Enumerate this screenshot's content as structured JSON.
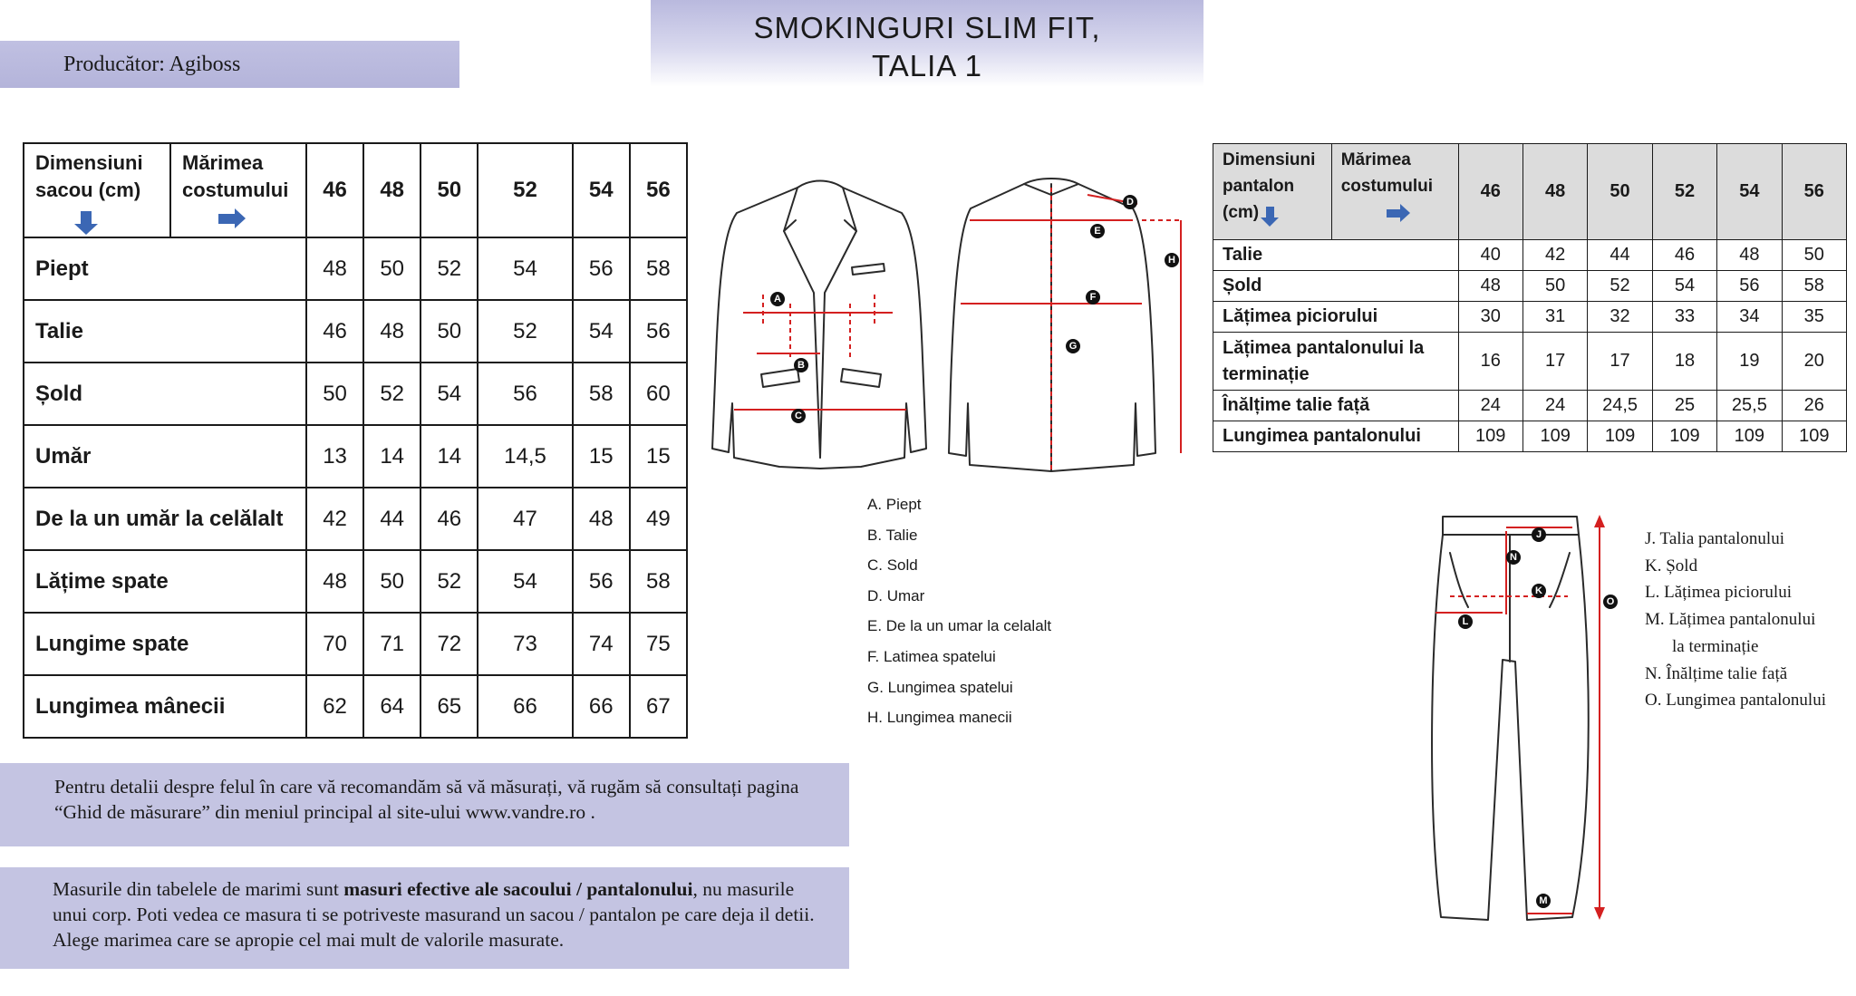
{
  "header": {
    "producer": "Producător: Agiboss",
    "title_line1": "SMOKINGURI SLIM FIT,",
    "title_line2": "TALIA 1"
  },
  "jacket_table": {
    "header_dim": [
      "Dimensiuni",
      "sacou (cm)"
    ],
    "header_size": [
      "Mărimea",
      "costumului"
    ],
    "sizes": [
      "46",
      "48",
      "50",
      "52",
      "54",
      "56"
    ],
    "rows": [
      {
        "label": "Piept",
        "values": [
          "48",
          "50",
          "52",
          "54",
          "56",
          "58"
        ]
      },
      {
        "label": "Talie",
        "values": [
          "46",
          "48",
          "50",
          "52",
          "54",
          "56"
        ]
      },
      {
        "label": "Șold",
        "values": [
          "50",
          "52",
          "54",
          "56",
          "58",
          "60"
        ]
      },
      {
        "label": "Umăr",
        "values": [
          "13",
          "14",
          "14",
          "14,5",
          "15",
          "15"
        ]
      },
      {
        "label": "De la un umăr la celălalt",
        "values": [
          "42",
          "44",
          "46",
          "47",
          "48",
          "49"
        ]
      },
      {
        "label": "Lățime spate",
        "values": [
          "48",
          "50",
          "52",
          "54",
          "56",
          "58"
        ]
      },
      {
        "label": "Lungime spate",
        "values": [
          "70",
          "71",
          "72",
          "73",
          "74",
          "75"
        ]
      },
      {
        "label": "Lungimea mânecii",
        "values": [
          "62",
          "64",
          "65",
          "66",
          "66",
          "67"
        ]
      }
    ]
  },
  "pants_table": {
    "header_dim": [
      "Dimensiuni",
      "pantalon",
      "(cm)"
    ],
    "header_size": [
      "Mărimea",
      "costumului"
    ],
    "sizes": [
      "46",
      "48",
      "50",
      "52",
      "54",
      "56"
    ],
    "rows": [
      {
        "label": "Talie",
        "values": [
          "40",
          "42",
          "44",
          "46",
          "48",
          "50"
        ]
      },
      {
        "label": "Șold",
        "values": [
          "48",
          "50",
          "52",
          "54",
          "56",
          "58"
        ]
      },
      {
        "label": "Lățimea piciorului",
        "values": [
          "30",
          "31",
          "32",
          "33",
          "34",
          "35"
        ]
      },
      {
        "label": "Lățimea pantalonului la terminație",
        "values": [
          "16",
          "17",
          "17",
          "18",
          "19",
          "20"
        ]
      },
      {
        "label": "Înălțime talie față",
        "values": [
          "24",
          "24",
          "24,5",
          "25",
          "25,5",
          "26"
        ]
      },
      {
        "label": "Lungimea pantalonului",
        "values": [
          "109",
          "109",
          "109",
          "109",
          "109",
          "109"
        ]
      }
    ]
  },
  "jacket_legend": [
    "A. Piept",
    "B. Talie",
    "C. Sold",
    "D. Umar",
    "E. De la un umar la celalalt",
    "F.  Latimea spatelui",
    "G. Lungimea spatelui",
    "H. Lungimea manecii"
  ],
  "pants_legend": [
    "J. Talia pantalonului",
    "K. Șold",
    "L. Lățimea piciorului",
    "M. Lățimea pantalonului",
    "la terminație",
    "N. Înălțime talie față",
    "O. Lungimea pantalonului"
  ],
  "jacket_markers": [
    "A",
    "B",
    "C",
    "D",
    "E",
    "F",
    "G",
    "H"
  ],
  "pants_markers": [
    "J",
    "K",
    "L",
    "M",
    "N",
    "O"
  ],
  "notes": {
    "note1": "Pentru detalii despre felul în care vă recomandăm să vă măsurați, vă rugăm să consultați pagina “Ghid de măsurare” din meniul principal al site-ului www.vandre.ro .",
    "note2_before": "Masurile din tabelele de marimi sunt ",
    "note2_bold": "masuri efective ale sacoului / pantalonului",
    "note2_after": ", nu masurile unui corp. Poti vedea ce masura ti se potriveste masurand un sacou / pantalon pe care deja il detii. Alege marimea care se apropie cel mai mult de valorile masurate."
  },
  "colors": {
    "banner": "#b9b9de",
    "note_bg": "#c4c4e2",
    "arrow_blue": "#3b67b4",
    "measure_red": "#d42020"
  }
}
